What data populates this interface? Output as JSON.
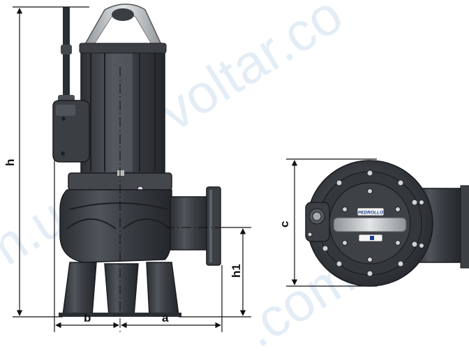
{
  "watermark": {
    "text_1": "voltar.co",
    "text_2": "m.ua",
    "text_3": ".com."
  },
  "brand": {
    "logo_text": "PEDROLLO"
  },
  "dimensions": {
    "h": "h",
    "h1": "h1",
    "a": "a",
    "b": "b",
    "c": "c"
  },
  "colors": {
    "body": "#3a3e43",
    "body_dark": "#23262a",
    "body_light": "#5c6168",
    "handle": "#c4c8cc",
    "dim_line": "#111111"
  }
}
